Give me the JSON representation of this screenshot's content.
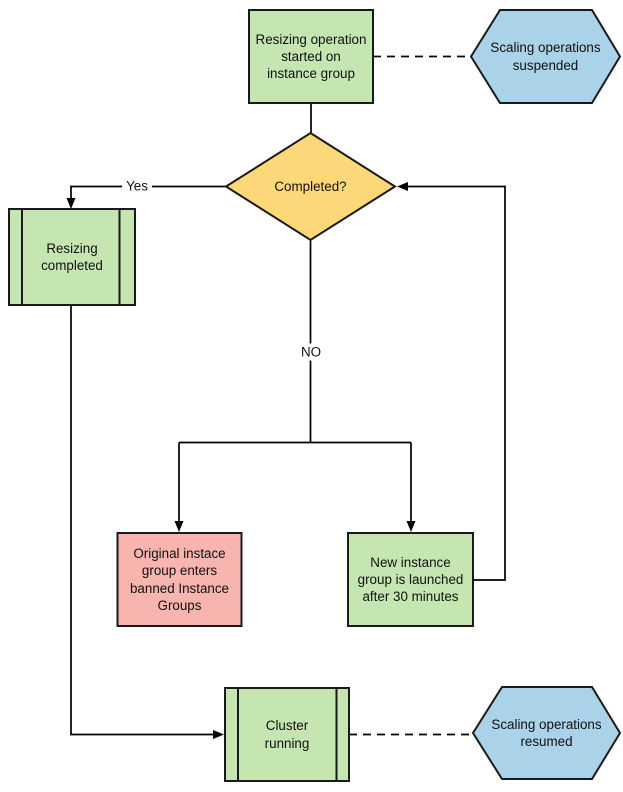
{
  "colors": {
    "process_fill": "#c5e5b1",
    "decision_fill": "#fcd878",
    "terminal_fill": "#aad2e9",
    "alert_fill": "#f8b4ae",
    "shape_stroke": "#1a1a1a",
    "connector_stroke": "#000000"
  },
  "nodes": {
    "start": {
      "label": "Resizing operation\nstarted on\ninstance group",
      "type": "process"
    },
    "suspended": {
      "label": "Scaling operations\nsuspended",
      "type": "terminal-hexagon"
    },
    "decision": {
      "label": "Completed?",
      "type": "decision-diamond"
    },
    "resizing_completed": {
      "label": "Resizing\ncompleted",
      "type": "predefined-process"
    },
    "banned": {
      "label": "Original instace\ngroup enters\nbanned Instance\nGroups",
      "type": "alert-process"
    },
    "new_instance": {
      "label": "New instance\ngroup is launched\nafter 30 minutes",
      "type": "process"
    },
    "cluster": {
      "label": "Cluster\nrunning",
      "type": "predefined-process"
    },
    "resumed": {
      "label": "Scaling operations\nresumed",
      "type": "terminal-hexagon"
    }
  },
  "edge_labels": {
    "yes": "Yes",
    "no": "NO"
  }
}
